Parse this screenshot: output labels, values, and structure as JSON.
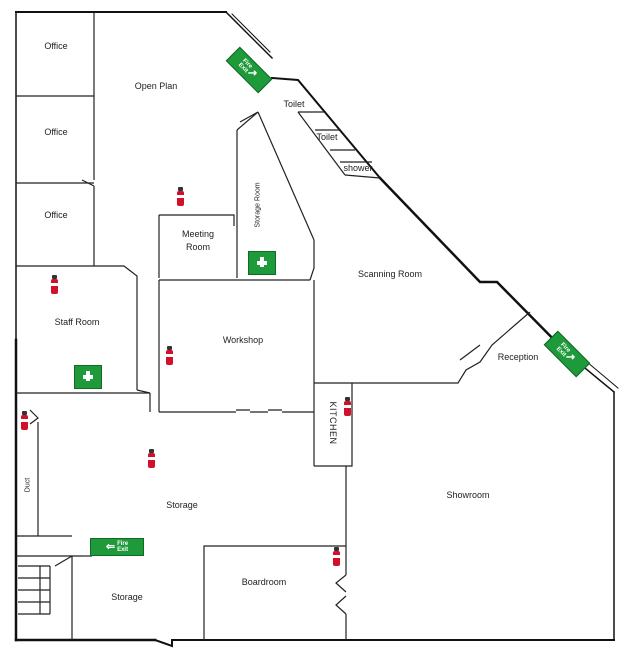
{
  "rooms": {
    "office1": "Office",
    "office2": "Office",
    "office3": "Office",
    "open_plan": "Open Plan",
    "toilet1": "Toilet",
    "toilet2": "Toilet",
    "shower": "shower",
    "storage_room": "Storage Room",
    "meeting_room": "Meeting Room",
    "scanning_room": "Scanning Room",
    "staff_room": "Staff Room",
    "workshop": "Workshop",
    "reception": "Reception",
    "kitchen": "KITCHEN",
    "duct": "Duct",
    "storage_main": "Storage",
    "showroom": "Showroom",
    "boardroom": "Boardroom",
    "storage_lower": "Storage"
  },
  "signs": {
    "fire_exit_line1": "Fire",
    "fire_exit_line2": "Exit",
    "fire_exit_arrow": "⇐",
    "diag_exit_arrow": "↗"
  },
  "icons": {
    "fire_extinguisher": "fire-extinguisher-icon",
    "first_aid": "first-aid-icon",
    "fire_exit": "fire-exit-sign-icon"
  },
  "colors": {
    "wall": "#111111",
    "exit_green": "#1f9a3a",
    "extinguisher_red": "#d3102a"
  }
}
